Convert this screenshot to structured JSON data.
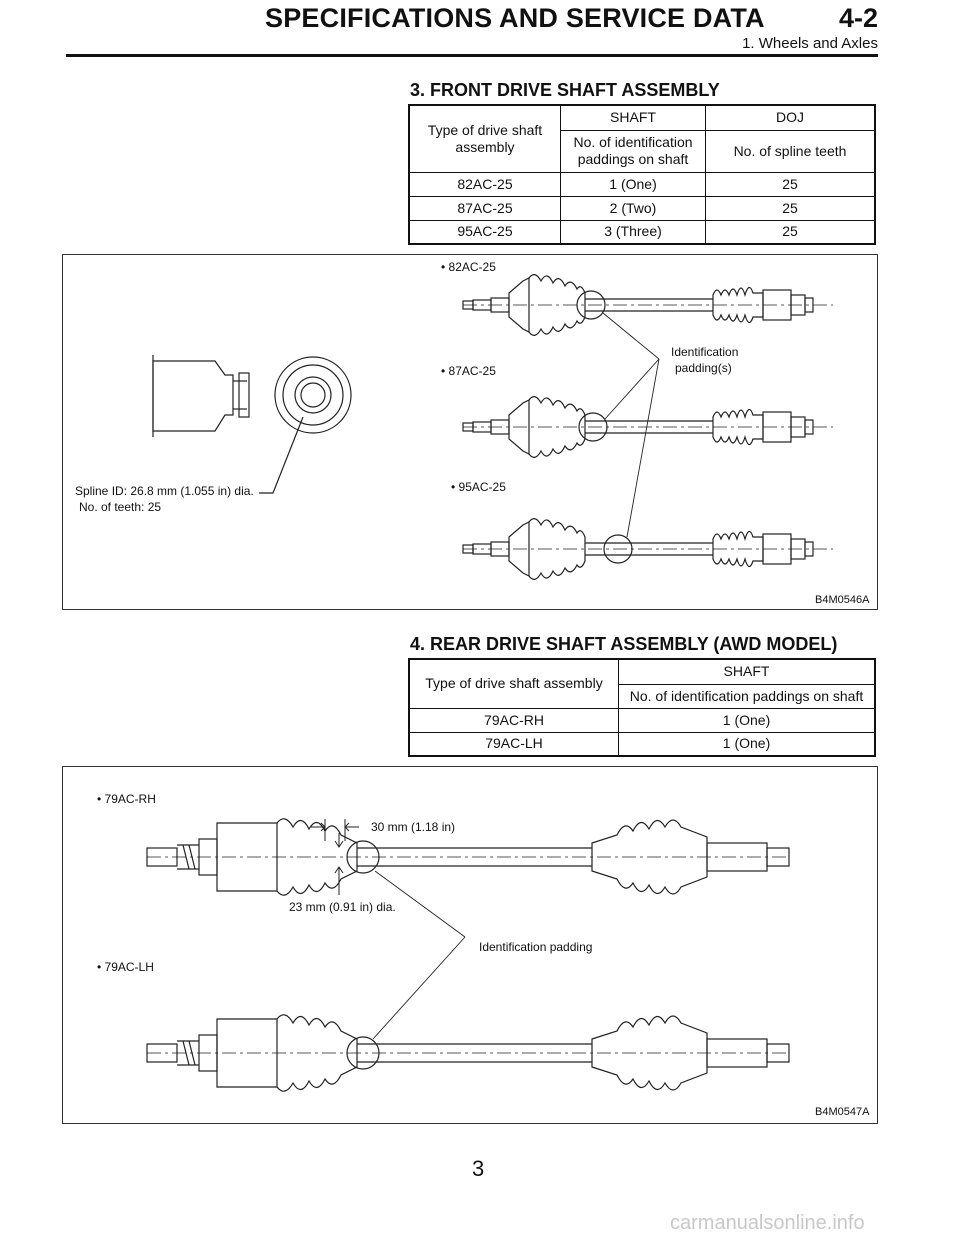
{
  "header": {
    "title": "SPECIFICATIONS AND SERVICE DATA",
    "section": "4-2",
    "subtitle": "1. Wheels and Axles"
  },
  "front": {
    "title": "3. FRONT DRIVE SHAFT ASSEMBLY",
    "table": {
      "type_header": "Type of drive shaft assembly",
      "shaft_header": "SHAFT",
      "doj_header": "DOJ",
      "paddings_header": "No. of identification paddings on shaft",
      "teeth_header": "No. of spline teeth",
      "rows": [
        {
          "type": "82AC-25",
          "paddings": "1 (One)",
          "teeth": "25"
        },
        {
          "type": "87AC-25",
          "paddings": "2 (Two)",
          "teeth": "25"
        },
        {
          "type": "95AC-25",
          "paddings": "3 (Three)",
          "teeth": "25"
        }
      ]
    },
    "figure": {
      "label_82": "• 82AC-25",
      "label_87": "• 87AC-25",
      "label_95": "• 95AC-25",
      "id_line1": "Identification",
      "id_line2": "padding(s)",
      "spline_id": "Spline ID: 26.8 mm (1.055 in) dia.",
      "teeth": "No. of teeth: 25",
      "code": "B4M0546A"
    }
  },
  "rear": {
    "title": "4. REAR DRIVE SHAFT ASSEMBLY (AWD MODEL)",
    "table": {
      "type_header": "Type of drive shaft assembly",
      "shaft_header": "SHAFT",
      "paddings_header": "No. of identification paddings on shaft",
      "rows": [
        {
          "type": "79AC-RH",
          "paddings": "1 (One)"
        },
        {
          "type": "79AC-LH",
          "paddings": "1 (One)"
        }
      ]
    },
    "figure": {
      "label_rh": "• 79AC-RH",
      "label_lh": "• 79AC-LH",
      "dim_30": "30 mm (1.18 in)",
      "dim_23": "23 mm (0.91 in) dia.",
      "id_label": "Identification padding",
      "code": "B4M0547A"
    }
  },
  "page_number": "3",
  "footer": "carmanualsonline.info"
}
